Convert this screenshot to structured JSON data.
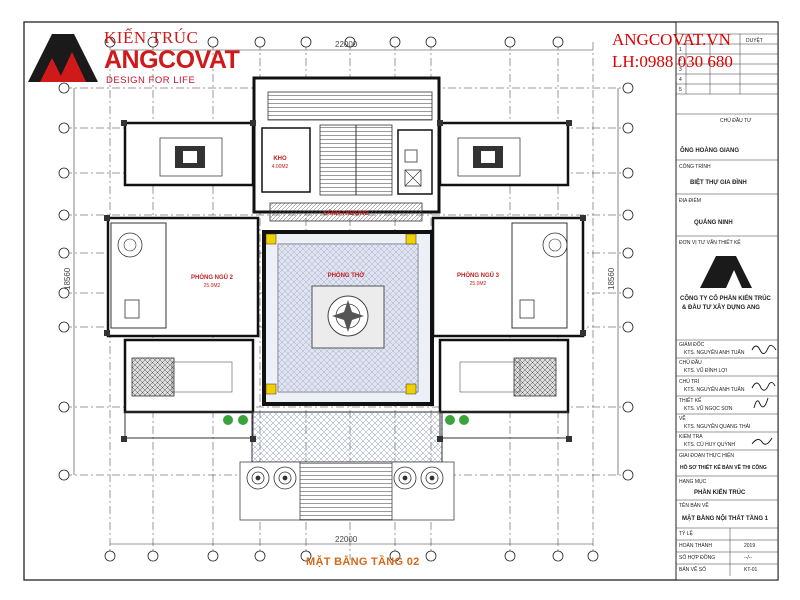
{
  "logo": {
    "line1": "KIẾN TRÚC",
    "line2": "ANGCOVAT",
    "tagline": "DESIGN FOR LIFE"
  },
  "brand": {
    "domain": "ANGCOVAT.VN",
    "phone": "LH:0988 030 680"
  },
  "dimensions": {
    "width_top": "22000",
    "width_bottom": "22000",
    "height_left": "18560",
    "height_right": "18560"
  },
  "rooms": {
    "kho": "KHO",
    "kho_area": "4.00M2",
    "sanh": "SẢNH THƯỢNG",
    "phong_tho": "PHÒNG THỜ",
    "phong_ngu_2": "PHÒNG NGỦ 2",
    "phong_ngu_2_area": "25.0M2",
    "phong_ngu_3": "PHÒNG NGỦ 3",
    "phong_ngu_3_area": "25.0M2"
  },
  "drawing_title": "MẶT BẰNG TẦNG 02",
  "title_block": {
    "revision_header": "DUYỆT",
    "rev_rows": [
      "1",
      "2",
      "3",
      "4",
      "5"
    ],
    "owner_label": "CHỦ ĐẦU TƯ",
    "owner": "ÔNG HOÀNG GIANG",
    "project_label": "CÔNG TRÌNH",
    "project": "BIỆT THỰ GIA ĐÌNH",
    "location_label": "ĐỊA ĐIỂM",
    "location": "QUẢNG NINH",
    "consultant_label": "ĐƠN VỊ TƯ VẤN THIẾT KẾ",
    "company_line1": "CÔNG TY CỔ PHẦN KIẾN TRÚC",
    "company_line2": "& ĐẦU TƯ XÂY DỰNG ANG",
    "director_label": "GIÁM ĐỐC",
    "director": "KTS. NGUYỄN ANH TUẤN",
    "chief_engineer_label": "CHỦ ĐẦU",
    "chief_engineer": "KTS. VŨ ĐÌNH LỢI",
    "design_lead_label": "CHỦ TRÌ",
    "design_lead": "KTS. NGUYỄN ANH TUẤN",
    "designer_label": "THIẾT KẾ",
    "designer": "KTS. VŨ NGỌC SƠN",
    "drafter_label": "VẼ",
    "drafter": "KTS. NGUYỄN QUANG THÁI",
    "checker_label": "KIỂM TRA",
    "checker": "KTS. CÙ HUY QUỲNH",
    "stage_label": "GIAI ĐOẠN THỰC HIỆN",
    "stage": "HỒ SƠ THIẾT KẾ BẢN VẼ THI CÔNG",
    "category_label": "HẠNG MỤC",
    "category": "PHẦN KIẾN TRÚC",
    "sheet_name_label": "TÊN BẢN VẼ",
    "sheet_name": "MẶT BẰNG NỘI THẤT TẦNG 1",
    "scale_label": "TỶ LỆ",
    "date_label": "HOÀN THÀNH",
    "date": "2019",
    "contract_label": "SỐ HỢP ĐỒNG",
    "contract": "--/--",
    "sheet_no_label": "BẢN VẼ SỐ",
    "sheet_no": "KT-01"
  },
  "colors": {
    "brand_red": "#d01a1a",
    "title_orange": "#d4681a",
    "wall": "#1a1a1a",
    "grid_line": "#222222",
    "floor_blue": "#c7cfe6",
    "plant_green": "#3aa33a"
  }
}
